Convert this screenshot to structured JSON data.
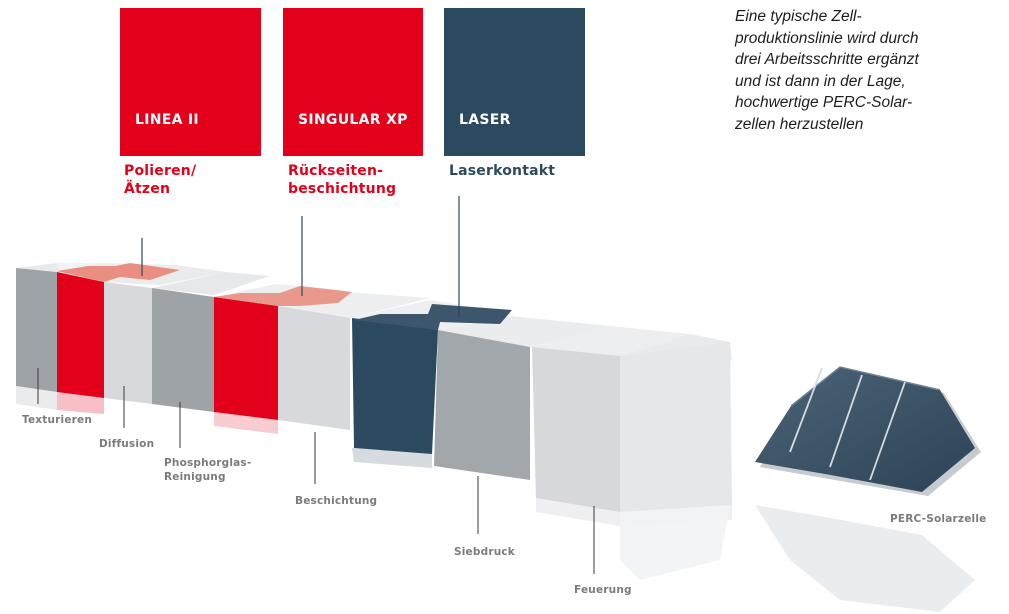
{
  "machines": [
    {
      "label": "LINEA II",
      "color": "#e3001b"
    },
    {
      "label": "SINGULAR XP",
      "color": "#e3001b"
    },
    {
      "label": "LASER",
      "color": "#2c4a5f"
    }
  ],
  "intro_text": "Eine typische Zell-\nproduktionslinie wird durch\ndrei Arbeitsschritte ergänzt\nund ist dann in der Lage,\nhochwertige PERC-Solar-\nzellen herzustellen",
  "added_steps": [
    {
      "label": "Polieren/\nÄtzen",
      "color": "#e3001b"
    },
    {
      "label": "Rückseiten-\nbeschichtung",
      "color": "#e3001b"
    },
    {
      "label": "Laserkontakt",
      "color": "#2c4a5f"
    }
  ],
  "process_steps": [
    {
      "label": "Texturieren"
    },
    {
      "label": "Diffusion"
    },
    {
      "label": "Phosphorglas-\nReinigung"
    },
    {
      "label": "Beschichtung"
    },
    {
      "label": "Siebdruck"
    },
    {
      "label": "Feuerung"
    }
  ],
  "product": {
    "label": "PERC-Solarzelle"
  },
  "colors": {
    "red": "#e3001b",
    "dark_blue": "#2c4a5f",
    "grey_mid": "#9ea3a8",
    "grey_light": "#d8dadd",
    "text_grey": "#7b7b7b"
  }
}
